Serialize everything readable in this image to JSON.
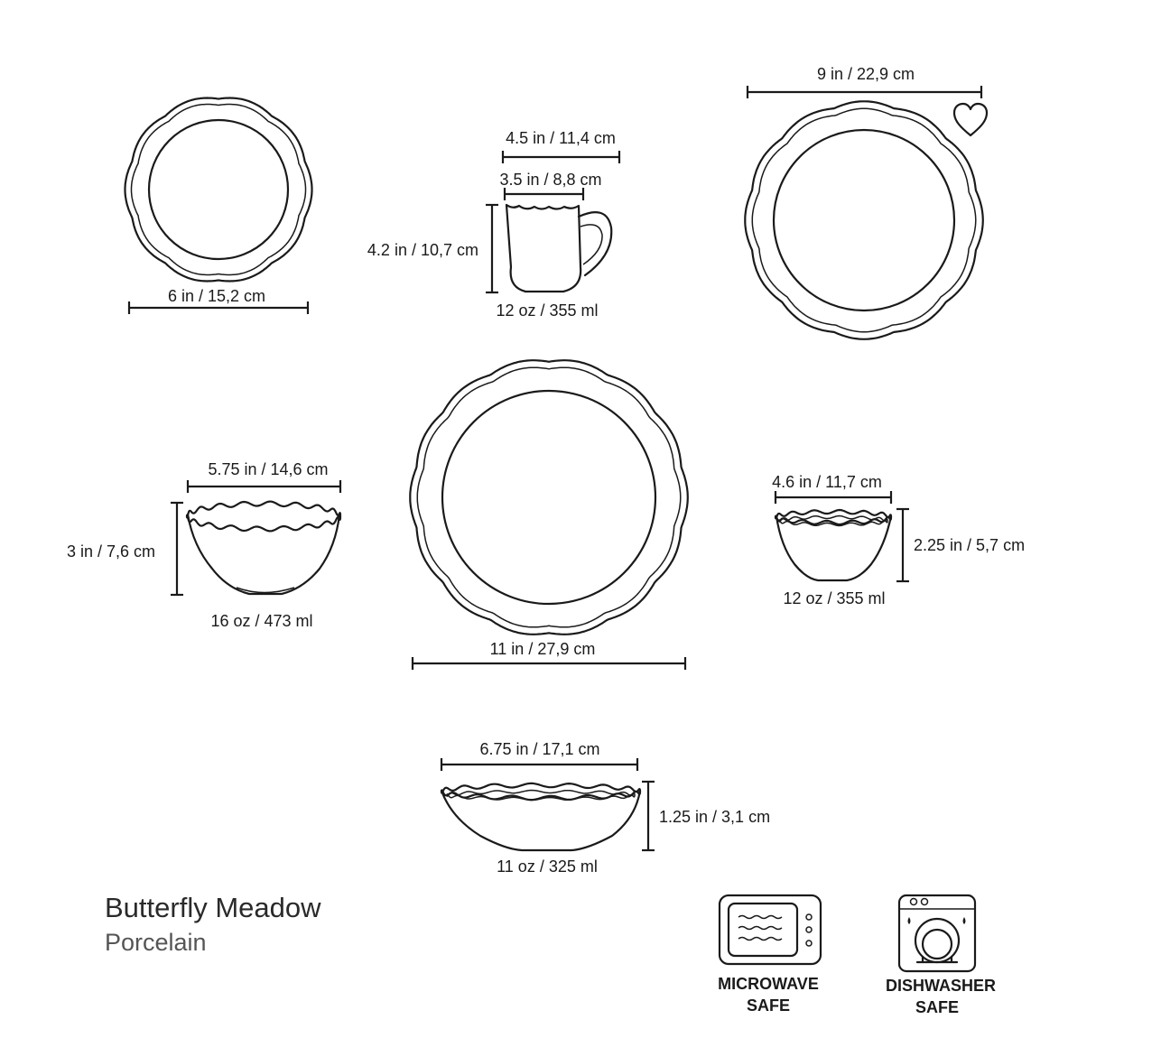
{
  "product": {
    "name": "Butterfly Meadow",
    "material": "Porcelain"
  },
  "items": {
    "salad_plate": {
      "diameter": "6 in / 15,2 cm"
    },
    "mug": {
      "top_width": "4.5 in / 11,4 cm",
      "rim_width": "3.5 in / 8,8 cm",
      "height": "4.2 in / 10,7 cm",
      "capacity": "12 oz / 355 ml"
    },
    "lunch_plate": {
      "diameter": "9 in / 22,9 cm"
    },
    "dinner_plate": {
      "diameter": "11 in / 27,9 cm"
    },
    "soup_bowl": {
      "width": "5.75 in / 14,6 cm",
      "height": "3 in / 7,6 cm",
      "capacity": "16 oz / 473 ml"
    },
    "small_bowl": {
      "width": "4.6 in / 11,7 cm",
      "height": "2.25 in / 5,7 cm",
      "capacity": "12 oz / 355 ml"
    },
    "pasta_bowl": {
      "width": "6.75 in / 17,1 cm",
      "height": "1.25 in / 3,1 cm",
      "capacity": "11 oz / 325 ml"
    }
  },
  "badges": {
    "microwave": {
      "line1": "MICROWAVE",
      "line2": "SAFE",
      "icon": "microwave-icon"
    },
    "dishwasher": {
      "line1": "DISHWASHER",
      "line2": "SAFE",
      "icon": "dishwasher-icon"
    }
  },
  "icons": {
    "favorite": "heart-icon"
  }
}
